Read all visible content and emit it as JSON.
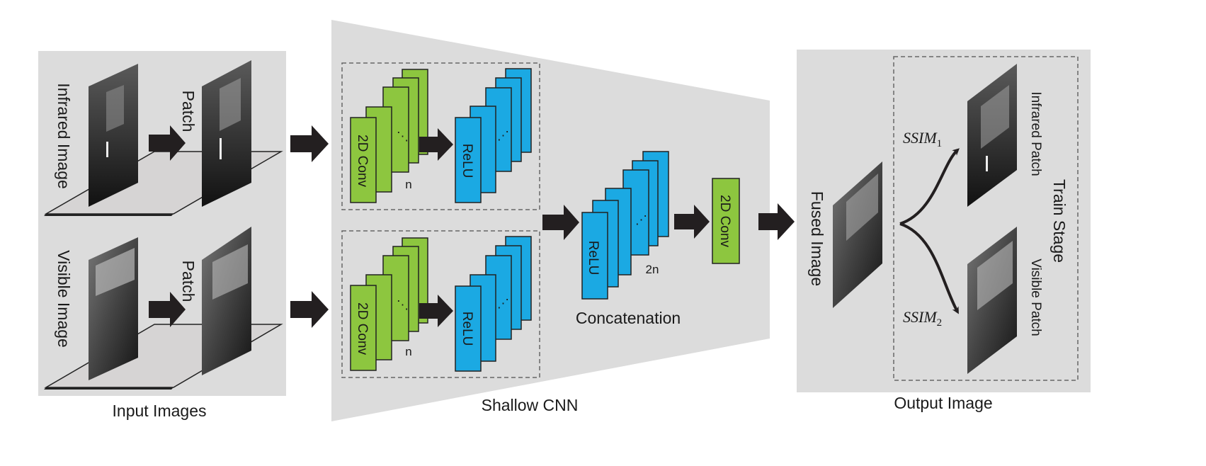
{
  "input": {
    "caption": "Input Images",
    "infrared_label": "Infrared Image",
    "visible_label": "Visible Image",
    "patch_top": "Patch",
    "patch_bottom": "Patch"
  },
  "cnn": {
    "caption": "Shallow CNN",
    "conv_top": "2D Conv",
    "relu_top": "ReLU",
    "n_top": "n",
    "conv_bottom": "2D Conv",
    "relu_bottom": "ReLU",
    "n_bottom": "n",
    "relu_concat": "ReLU",
    "n_concat": "2n",
    "concat_label": "Concatenation",
    "conv_out": "2D Conv"
  },
  "output": {
    "caption": "Output Image",
    "fused_label": "Fused Image",
    "train_stage": "Train Stage",
    "infrared_patch": "Infrared Patch",
    "visible_patch": "Visible Patch",
    "ssim1_main": "SSIM",
    "ssim1_sub": "1",
    "ssim2_main": "SSIM",
    "ssim2_sub": "2"
  },
  "colors": {
    "panel_bg": "#dcdcdc",
    "conv_green": "#8dc63f",
    "relu_blue": "#1ba9e3",
    "arrow": "#231f20",
    "dashed": "#666666"
  }
}
